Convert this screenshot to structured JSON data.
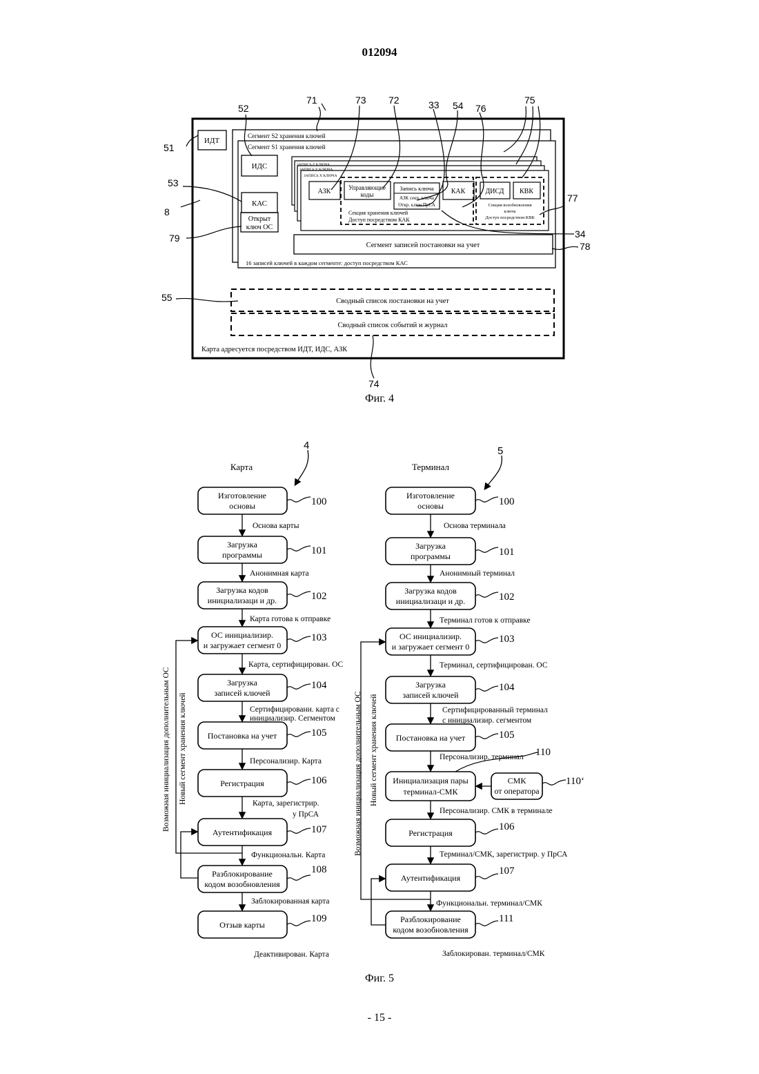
{
  "document": {
    "number": "012094",
    "page_number": "- 15 -"
  },
  "fig4": {
    "caption": "Фиг. 4",
    "callouts": [
      "51",
      "52",
      "71",
      "73",
      "72",
      "33",
      "54",
      "76",
      "75",
      "77",
      "53",
      "8",
      "79",
      "34",
      "78",
      "55",
      "74"
    ],
    "idt": "ИДТ",
    "segment_s2": "Сегмент S2 хранения ключей",
    "segment_s1": "Сегмент S1 хранения ключей",
    "ids": "ИДС",
    "kas": "КАС",
    "public_key_line1": "Открыт",
    "public_key_line2": "ключ ОС",
    "dots": ".........",
    "record_z": "ЗАПИСЬ Z КЛЮЧА",
    "record_y": "ЗАПИСЬ Y КЛЮЧА",
    "record_x": "ЗАПИСЬ X КЛЮЧА",
    "azk": "АЗК",
    "control_codes_line1": "Управляющие",
    "control_codes_line2": "коды",
    "key_record": "Запись ключа",
    "azk_secret": "АЗК секр. ключа",
    "prsa_public_key": "Откр. ключ ПрСА",
    "kak": "КАК",
    "disd": "ДИСД",
    "kvk": "КВК",
    "key_storage_section": "Секция хранения ключей",
    "access_kak": "Доступ посредством КАК",
    "renewal_section_line1": "Секция возобновления",
    "renewal_section_line2": "ключа",
    "access_kvk": "Доступ посредством КВК",
    "registration_segment": "Сегмент записей постановки на учет",
    "records_note": "16 записей ключей в каждом сегменте: доступ посредством КАС",
    "summary_registration": "Сводный список постановки на учет",
    "summary_events": "Сводный список событий и журнал",
    "card_addressed": "Карта адресуется посредством ИДТ, ИДС, АЗК"
  },
  "fig5": {
    "caption": "Фиг. 5",
    "card": {
      "ref": "4",
      "title": "Карта",
      "steps": [
        {
          "line1": "Изготовление",
          "line2": "основы",
          "num": "100"
        },
        {
          "line1": "Загрузка",
          "line2": "программы",
          "num": "101"
        },
        {
          "line1": "Загрузка кодов",
          "line2": "инициализаци и др.",
          "num": "102"
        },
        {
          "line1": "ОС инициализир.",
          "line2": "и загружает сегмент 0",
          "num": "103"
        },
        {
          "line1": "Загрузка",
          "line2": "записей ключей",
          "num": "104"
        },
        {
          "line1": "Постановка на учет",
          "line2": "",
          "num": "105"
        },
        {
          "line1": "Регистрация",
          "line2": "",
          "num": "106"
        },
        {
          "line1": "Аутентификация",
          "line2": "",
          "num": "107"
        },
        {
          "line1": "Разблокирование",
          "line2": "кодом возобновления",
          "num": "108"
        },
        {
          "line1": "Отзыв карты",
          "line2": "",
          "num": "109"
        }
      ],
      "transitions": [
        "Основа карты",
        "Анонимная карта",
        "Карта готова к отправке",
        "Карта, сертифицирован. ОС",
        "Сертифицировани. карта с",
        "инициализир. Сегментом",
        "Персонализир. Карта",
        "Карта, зарегистрир.",
        "у ПрСА",
        "Функциональн. Карта",
        "Заблокированная карта",
        "Деактивирован. Карта"
      ],
      "side_label_1": "Возможная инициализация дополнительным ОС",
      "side_label_2": "Новый сегмент хранения ключей"
    },
    "terminal": {
      "ref": "5",
      "title": "Терминал",
      "steps": [
        {
          "line1": "Изготовление",
          "line2": "основы",
          "num": "100"
        },
        {
          "line1": "Загрузка",
          "line2": "программы",
          "num": "101"
        },
        {
          "line1": "Загрузка кодов",
          "line2": "инициализаци и др.",
          "num": "102"
        },
        {
          "line1": "ОС инициализир.",
          "line2": "и загружает сегмент 0",
          "num": "103"
        },
        {
          "line1": "Загрузка",
          "line2": "записей ключей",
          "num": "104"
        },
        {
          "line1": "Постановка на учет",
          "line2": "",
          "num": "105"
        },
        {
          "line1": "Инициализация пары",
          "line2": "терминал-СМК",
          "num": "110"
        },
        {
          "line1": "Регистрация",
          "line2": "",
          "num": "106"
        },
        {
          "line1": "Аутентификация",
          "line2": "",
          "num": "107"
        },
        {
          "line1": "Разблокирование",
          "line2": "кодом возобновления",
          "num": "111"
        }
      ],
      "smk_line1": "СМК",
      "smk_line2": "от оператора",
      "smk_num": "110‘",
      "transitions": [
        "Основа терминала",
        "Анонимный терминал",
        "Терминал готов к отправке",
        "Терминал, сертифицирован. ОС",
        "Сертифицированный терминал",
        "с инициализир. сегментом",
        "Персонализир. терминал",
        "Персонализир. СМК в терминале",
        "Терминал/СМК, зарегистрир. у ПрСА",
        "Функциональн. терминал/СМК",
        "Заблокирован. терминал/СМК"
      ],
      "side_label_1": "Возможная инициализация дополнительным ОС",
      "side_label_2": "Новый сегмент хранения ключей"
    }
  }
}
